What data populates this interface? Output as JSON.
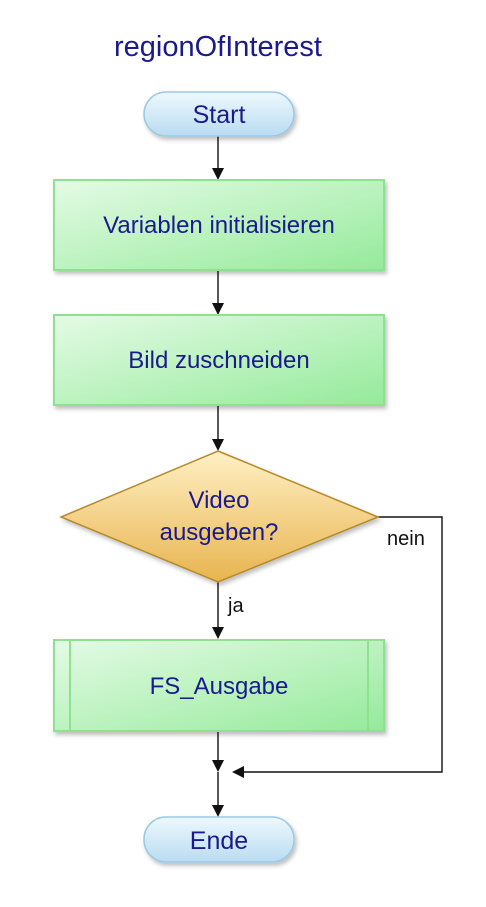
{
  "diagram": {
    "title": "regionOfInterest",
    "nodes": {
      "start": "Start",
      "init": "Variablen initialisieren",
      "crop": "Bild zuschneiden",
      "decision": [
        "Video",
        "ausgeben?"
      ],
      "output": "FS_Ausgabe",
      "end": "Ende"
    },
    "edge_labels": {
      "yes": "ja",
      "no": "nein"
    },
    "colors": {
      "text": "#1a1a8c",
      "terminal_fill": "#cfe8f7",
      "process_fill": "#b8f0bd",
      "process_border": "#8fe08f",
      "decision_fill": "#f2cc78",
      "decision_border": "#b58a2c"
    }
  }
}
